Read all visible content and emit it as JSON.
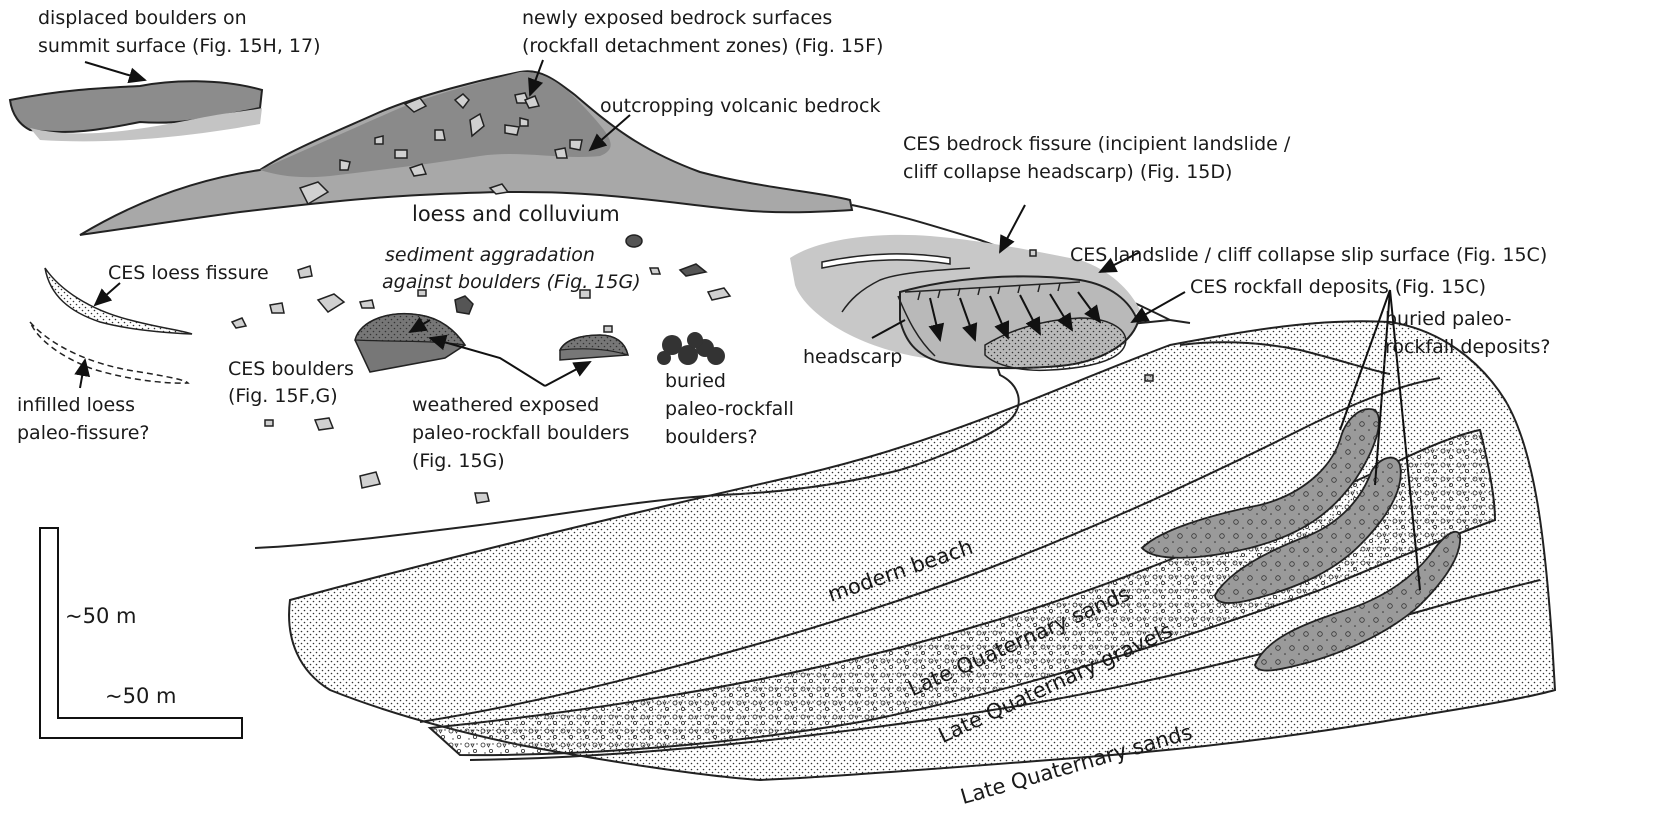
{
  "labels": {
    "displaced_boulders_1": "displaced boulders on",
    "displaced_boulders_2": "summit surface (Fig. 15H, 17)",
    "newly_exposed_1": "newly exposed bedrock surfaces",
    "newly_exposed_2": "(rockfall detachment zones) (Fig. 15F)",
    "outcropping": "outcropping volcanic bedrock",
    "ces_bedrock_fissure_1": "CES bedrock fissure (incipient landslide /",
    "ces_bedrock_fissure_2": "cliff collapse headscarp) (Fig. 15D)",
    "loess_colluvium": "loess and colluvium",
    "ces_landslide_slip": "CES landslide / cliff collapse slip surface (Fig. 15C)",
    "sediment_aggradation_1": "sediment aggradation",
    "sediment_aggradation_2": "against boulders (Fig. 15G)",
    "ces_loess_fissure": "CES loess fissure",
    "ces_rockfall_deposits": "CES rockfall deposits (Fig. 15C)",
    "buried_paleo_deposits_1": "buried paleo-",
    "buried_paleo_deposits_2": "rockfall deposits?",
    "headscarp": "headscarp",
    "ces_boulders_1": "CES boulders",
    "ces_boulders_2": "(Fig. 15F,G)",
    "infilled_loess_1": "infilled loess",
    "infilled_loess_2": "paleo-fissure?",
    "weathered_1": "weathered exposed",
    "weathered_2": "paleo-rockfall boulders",
    "weathered_3": "(Fig. 15G)",
    "buried_boulders_1": "buried",
    "buried_boulders_2": "paleo-rockfall",
    "buried_boulders_3": "boulders?",
    "modern_beach": "modern beach",
    "lq_sands_upper": "Late Quaternary sands",
    "lq_gravels": "Late Quaternary gravels",
    "lq_sands_lower": "Late Quaternary sands"
  },
  "scale_bar": {
    "vertical": "~50 m",
    "horizontal": "~50 m"
  }
}
